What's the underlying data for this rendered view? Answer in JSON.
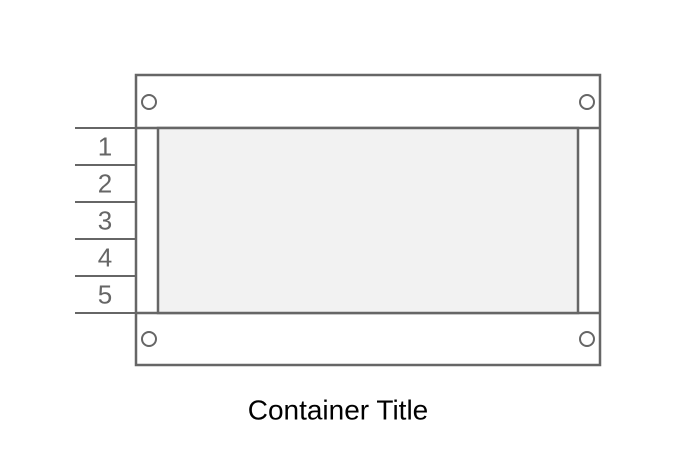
{
  "diagram": {
    "title": "Container Title",
    "unit_labels": [
      "1",
      "2",
      "3",
      "4",
      "5"
    ],
    "colors": {
      "stroke": "#666666",
      "panel_fill": "#f2f2f2",
      "frame_fill": "#ffffff",
      "title_text": "#000000",
      "label_text": "#666666"
    },
    "icons": [
      "mounting-hole-icon"
    ]
  }
}
